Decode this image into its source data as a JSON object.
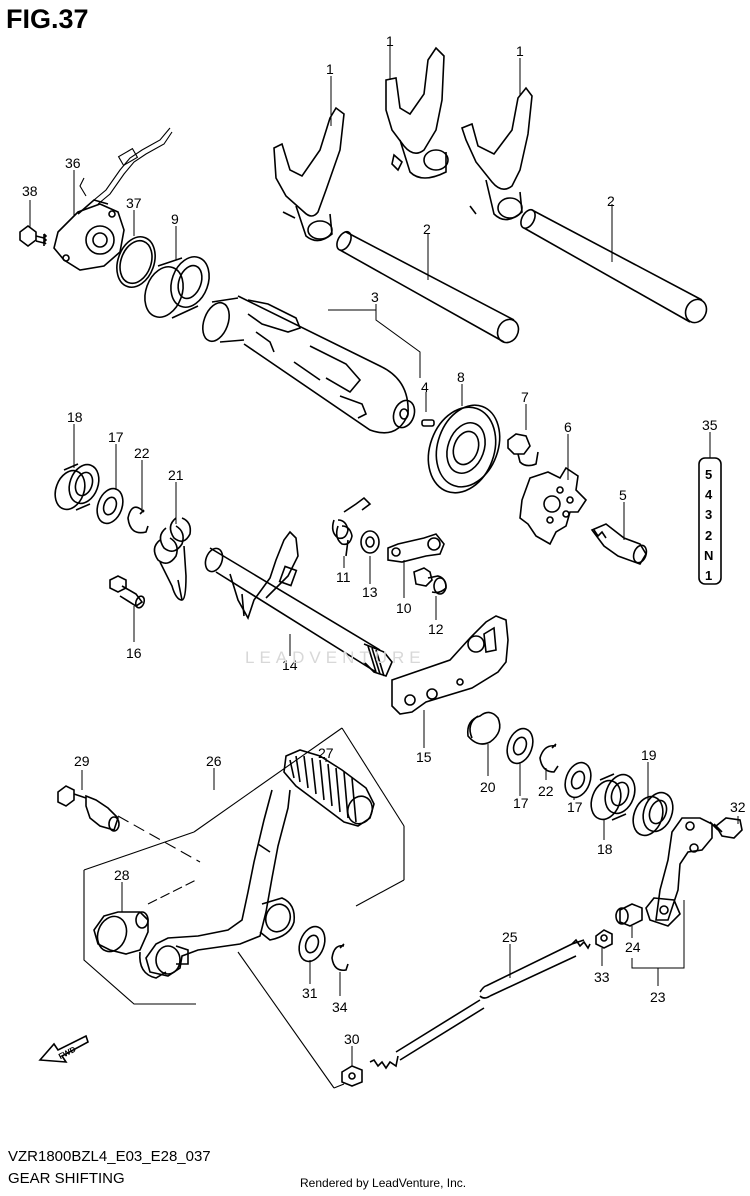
{
  "header": {
    "title": "FIG.37"
  },
  "footer": {
    "diagram_code": "VZR1800BZL4_E03_E28_037",
    "caption": "GEAR SHIFTING",
    "rendered_by": "Rendered by LeadVenture, Inc."
  },
  "watermark": "LEADVENTURE",
  "fwd_arrow": {
    "label": "FWD"
  },
  "gear_indicator": {
    "ref": "35",
    "positions": [
      "5",
      "4",
      "3",
      "2",
      "N",
      "1"
    ]
  },
  "callouts": [
    "1",
    "1",
    "1",
    "2",
    "2",
    "3",
    "4",
    "5",
    "6",
    "7",
    "8",
    "9",
    "10",
    "11",
    "12",
    "13",
    "14",
    "15",
    "16",
    "17",
    "17",
    "17",
    "18",
    "18",
    "19",
    "20",
    "21",
    "22",
    "22",
    "23",
    "24",
    "25",
    "26",
    "27",
    "28",
    "29",
    "30",
    "31",
    "32",
    "33",
    "34",
    "36",
    "37",
    "38"
  ]
}
